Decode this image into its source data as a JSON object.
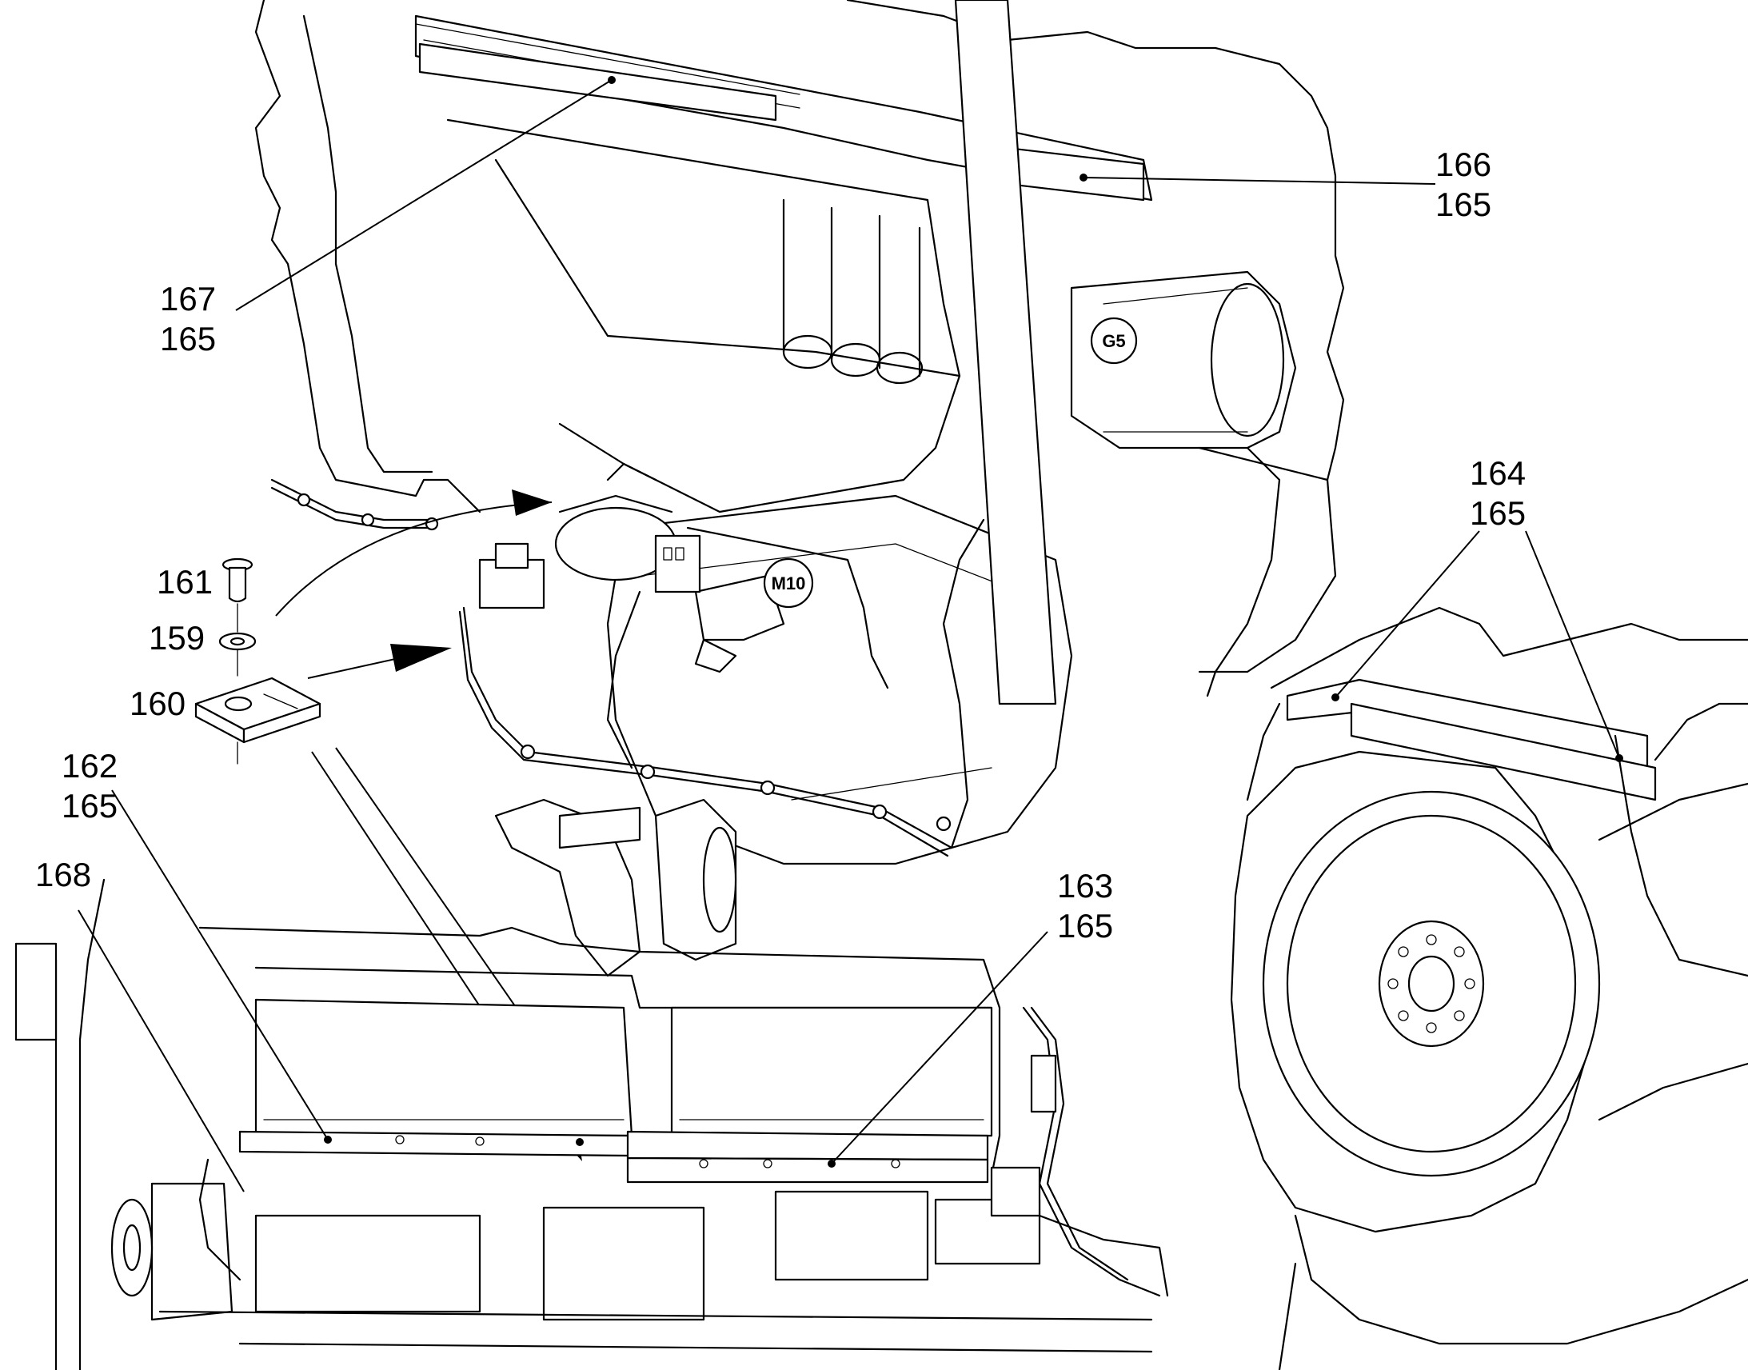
{
  "callouts": {
    "c167": "167",
    "c165a": "165",
    "c166": "166",
    "c165b": "165",
    "c161": "161",
    "c159": "159",
    "c160": "160",
    "c164": "164",
    "c165c": "165",
    "c162": "162",
    "c165d": "165",
    "c168": "168",
    "c163": "163",
    "c165e": "165"
  },
  "badges": {
    "g5": "G5",
    "m10": "M10"
  }
}
